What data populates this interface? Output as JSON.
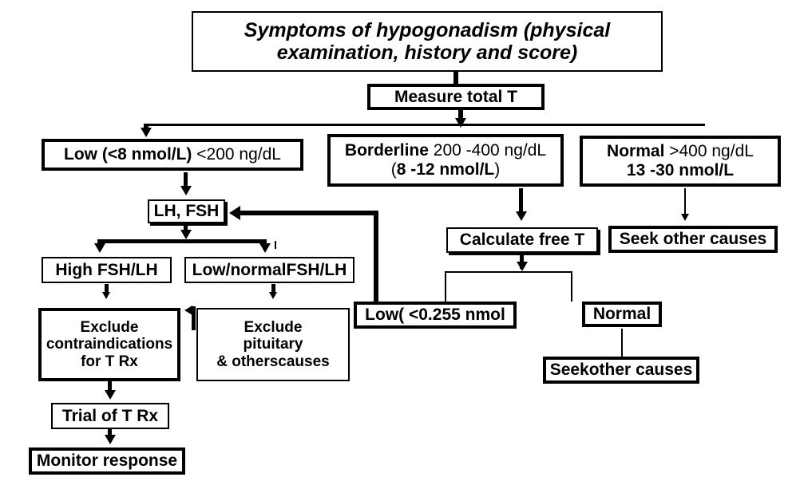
{
  "diagram": {
    "title": "Hypogonadism diagnostic and treatment flowchart",
    "nodes": {
      "symptoms": "Symptoms of hypogonadism (physical examination, history and score)",
      "measure_total_t": "Measure total T",
      "low_bold": "Low  (<8 nmol/L)",
      "low_reg": " <200 ng/dL",
      "borderline_bold": "Borderline",
      "borderline_reg": " 200 -400 ng/dL",
      "borderline_line2_open": "(",
      "borderline_line2_bold": "8 -12 nmol/L",
      "borderline_line2_close": ")",
      "normal_bold": "Normal ",
      "normal_reg": ">400 ",
      "normal_unit": "ng/dL",
      "normal_line2": "13 -30 nmol/L",
      "lh_fsh": "LH, FSH",
      "high_fsh_lh": "High FSH/LH",
      "low_normal_fsh_lh": "Low/normalFSH/LH",
      "exclude_contraindications": "Exclude\ncontraindications\nfor T Rx",
      "exclude_pituitary": "Exclude\npituitary\n& otherscauses",
      "trial_of_t_rx": "Trial of T Rx",
      "monitor_response": "Monitor response",
      "calculate_free_t": "Calculate free T",
      "low_free_t": "Low( <0.255 nmol",
      "free_t_normal": "Normal",
      "seek_other_causes_right": "Seek other causes",
      "seek_other_causes_bottom": "Seekother causes"
    },
    "colors": {
      "line": "#000000",
      "background": "#ffffff",
      "text": "#000000"
    }
  }
}
